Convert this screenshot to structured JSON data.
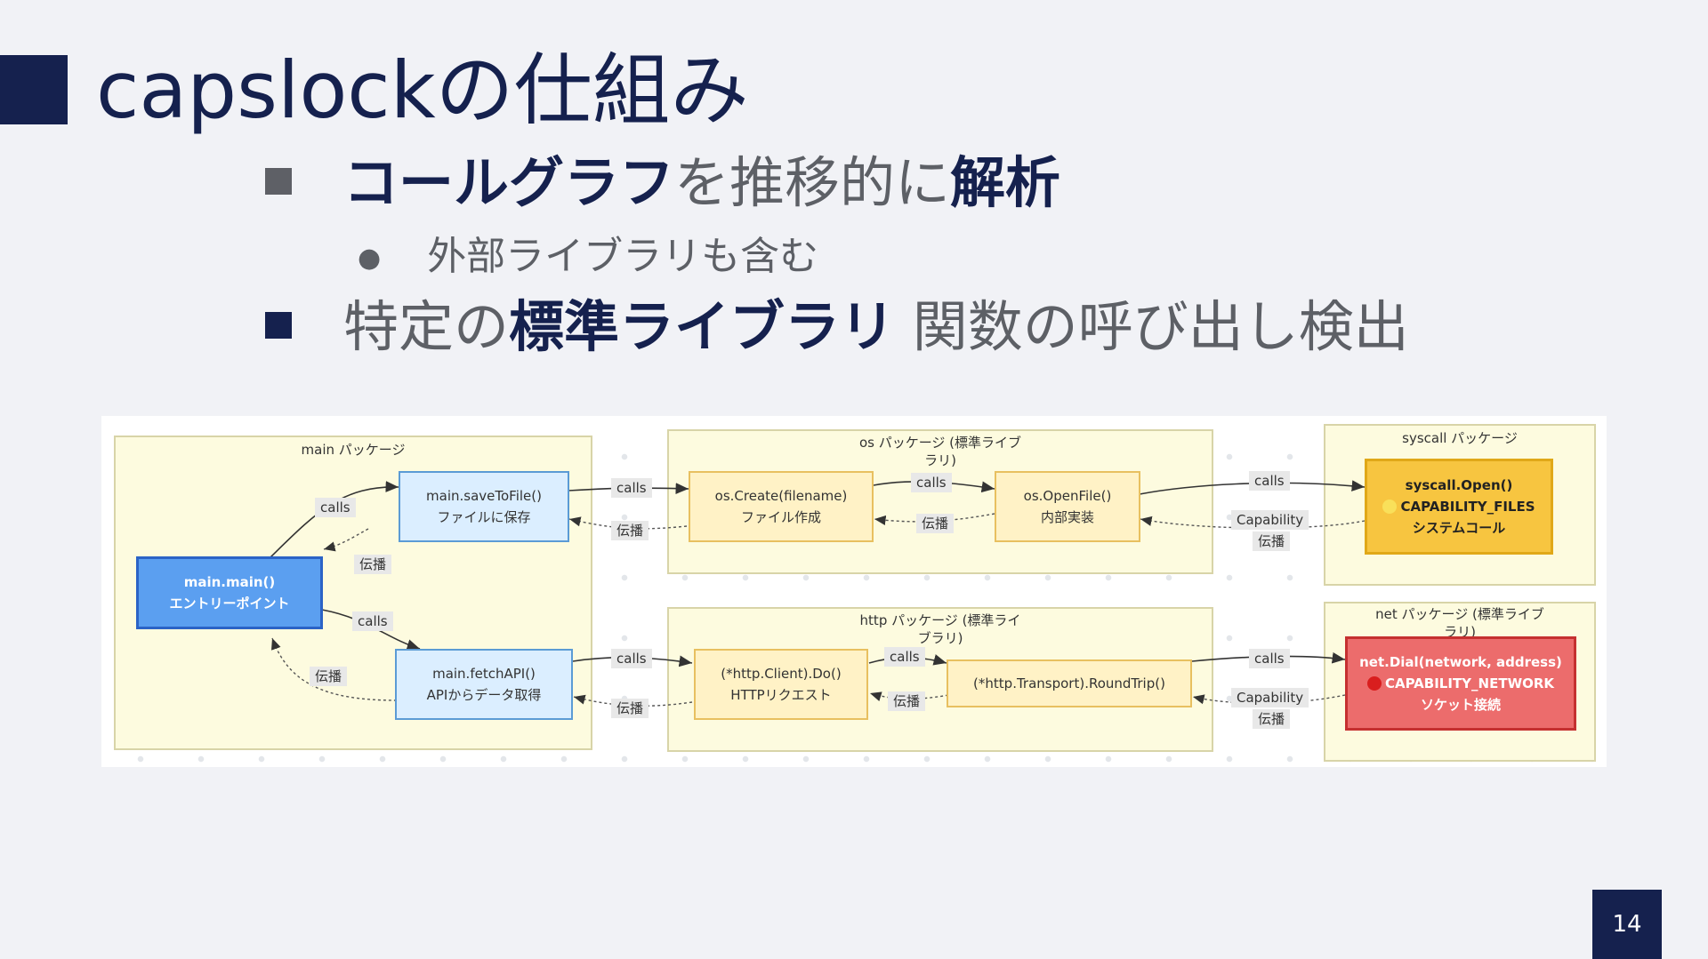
{
  "title": "capslockの仕組み",
  "bullets": {
    "b1_bold": "コールグラフ",
    "b1_rest": "を推移的に",
    "b1_bold2": "解析",
    "b2_text": "外部ライブラリも含む",
    "b2_marker": "●",
    "b3_pre": "特定の",
    "b3_bold": "標準ライブラリ",
    "b3_rest": " 関数の呼び出し検出"
  },
  "diagram": {
    "packages": {
      "main": "main パッケージ",
      "os": "os パッケージ (標準ライブ\nラリ)",
      "http": "http パッケージ (標準ライ\nブラリ)",
      "syscall": "syscall パッケージ",
      "net": "net パッケージ (標準ライブ\nラリ)"
    },
    "nodes": {
      "main_main": {
        "l1": "main.main()",
        "l2": "エントリーポイント"
      },
      "save": {
        "l1": "main.saveToFile()",
        "l2": "ファイルに保存"
      },
      "fetch": {
        "l1": "main.fetchAPI()",
        "l2": "APIからデータ取得"
      },
      "os_create": {
        "l1": "os.Create(filename)",
        "l2": "ファイル作成"
      },
      "os_open": {
        "l1": "os.OpenFile()",
        "l2": "内部実装"
      },
      "http_do": {
        "l1": "(*http.Client).Do()",
        "l2": "HTTPリクエスト"
      },
      "roundtrip": {
        "l1": "(*http.Transport).RoundTrip()"
      },
      "syscall_open": {
        "l1": "syscall.Open()",
        "l2": "CAPABILITY_FILES",
        "l3": "システムコール"
      },
      "net_dial": {
        "l1": "net.Dial(network, address)",
        "l2": "CAPABILITY_NETWORK",
        "l3": "ソケット接続"
      }
    },
    "edge_labels": {
      "calls": "calls",
      "propagate": "伝播",
      "capability": "Capability",
      "capability_propagate": "伝播"
    }
  },
  "page_number": "14",
  "colors": {
    "navy": "#15214e",
    "package_fill": "#fdfbdf",
    "main_node": "#5b9ff0",
    "gold_node": "#f7c540",
    "red_node": "#ec6c6c"
  }
}
